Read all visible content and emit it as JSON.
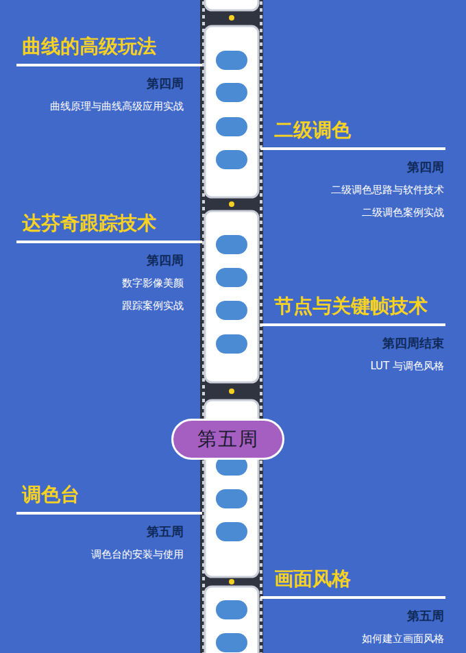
{
  "diagram": {
    "nodes": [
      {
        "text": [
          "曲线的高级玩法",
          "第四周",
          "曲线原理与曲线高级应用实战"
        ]
      },
      {
        "text": [
          "二级调色",
          "第四周",
          "二级调色思路与软件技术",
          "二级调色案例实战"
        ]
      },
      {
        "text": [
          "达芬奇跟踪技术",
          "第四周",
          "数字影像美颜",
          "跟踪案例实战"
        ]
      },
      {
        "text": [
          "节点与关键帧技术",
          "第四周结束",
          "LUT 与调色风格"
        ]
      },
      {
        "text": [
          "第五周"
        ]
      },
      {
        "text": [
          "调色台",
          "第五周",
          "调色台的安装与使用"
        ]
      },
      {
        "text": [
          "画面风格",
          "第五周",
          "如何建立画面风格"
        ]
      }
    ]
  }
}
